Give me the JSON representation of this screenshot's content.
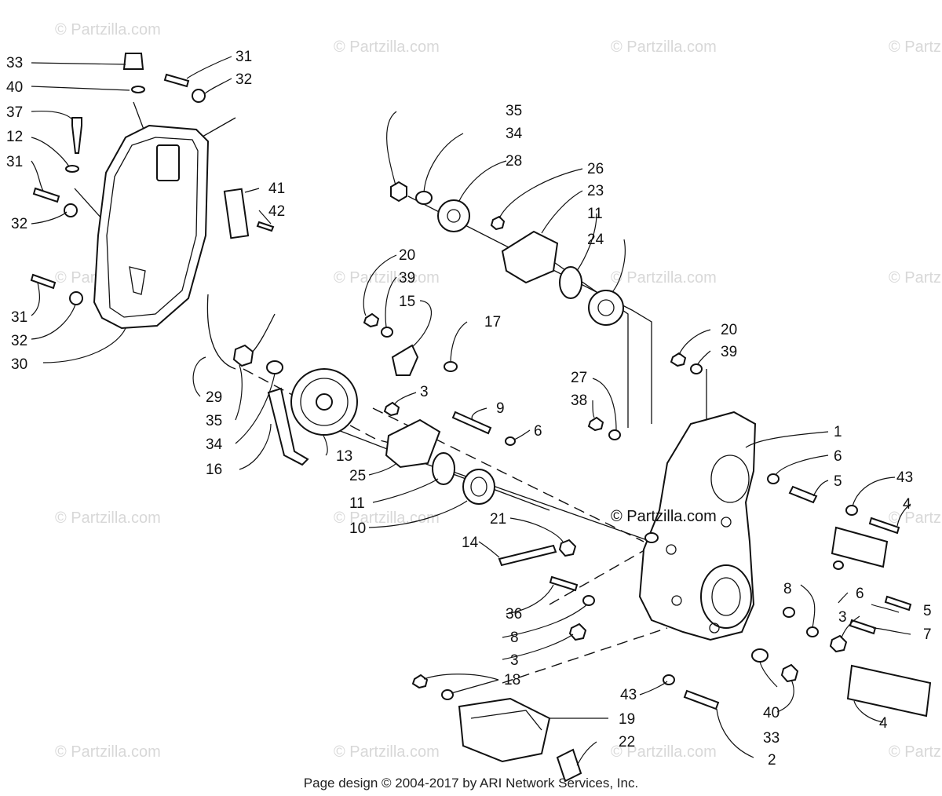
{
  "watermark": "© Partzilla.com",
  "center_watermark": "© Partzilla.com",
  "footer": "Page design © 2004-2017 by ARI Network Services, Inc.",
  "callouts": {
    "c33a": "33",
    "c40a": "40",
    "c37": "37",
    "c12": "12",
    "c31a": "31",
    "c32a": "32",
    "c31b": "31",
    "c32b": "32",
    "c31c": "31",
    "c32c": "32",
    "c30": "30",
    "c41": "41",
    "c42": "42",
    "c29": "29",
    "c35a": "35",
    "c34a": "34",
    "c16": "16",
    "c13": "13",
    "c25": "25",
    "c11a": "11",
    "c10": "10",
    "c35b": "35",
    "c34b": "34",
    "c28": "28",
    "c26": "26",
    "c23": "23",
    "c11b": "11",
    "c24": "24",
    "c20a": "20",
    "c39a": "39",
    "c15": "15",
    "c17": "17",
    "c3a": "3",
    "c9": "9",
    "c6a": "6",
    "c20b": "20",
    "c39b": "39",
    "c27": "27",
    "c38": "38",
    "c1": "1",
    "c6b": "6",
    "c5a": "5",
    "c43a": "43",
    "c4a": "4",
    "c21": "21",
    "c14": "14",
    "c36": "36",
    "c8a": "8",
    "c3b": "3",
    "c8b": "8",
    "c6c": "6",
    "c5b": "5",
    "c3c": "3",
    "c7": "7",
    "c18": "18",
    "c19": "19",
    "c22": "22",
    "c43b": "43",
    "c40b": "40",
    "c33b": "33",
    "c4b": "4",
    "c2": "2"
  }
}
